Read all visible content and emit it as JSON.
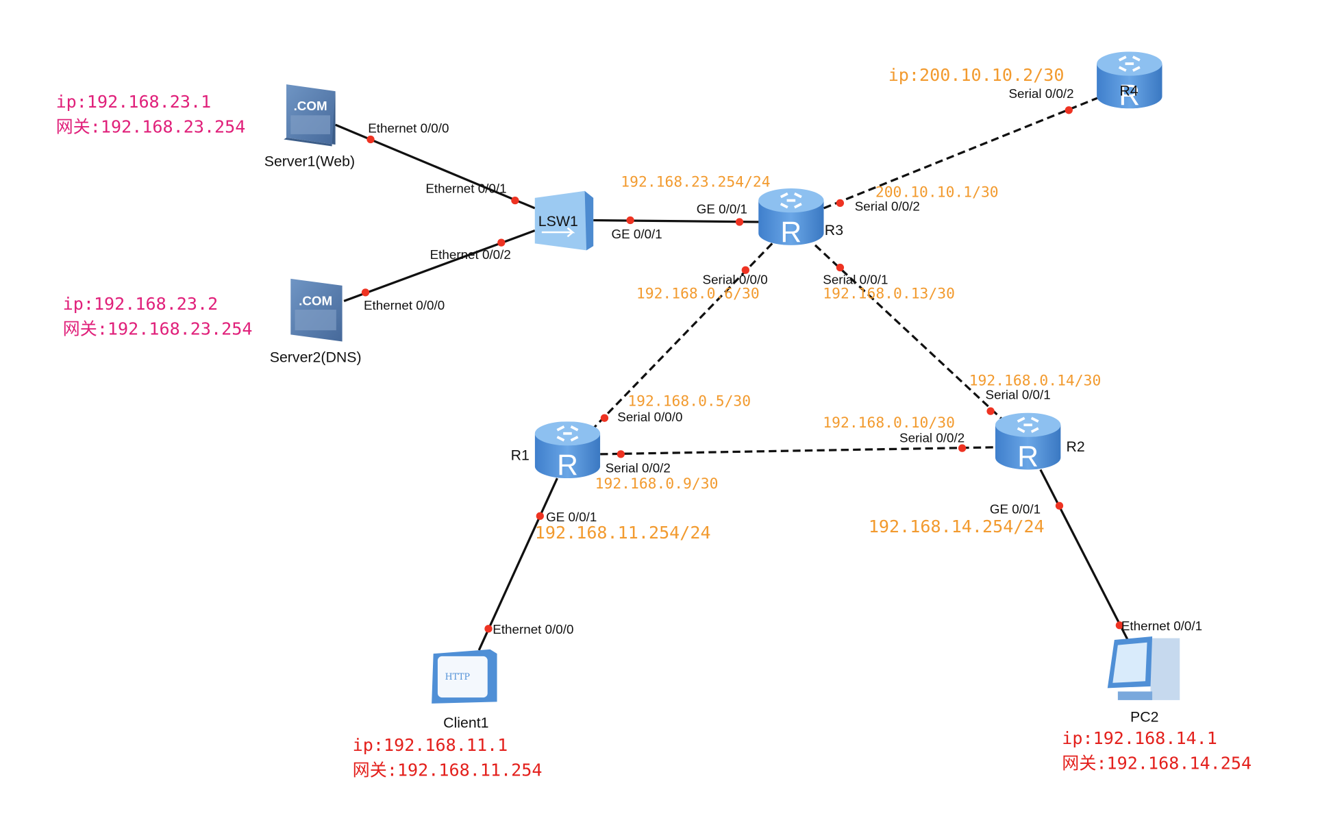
{
  "colors": {
    "server_ip": "#e0207a",
    "host_ip": "#e3201c",
    "interface_ip": "#f29a2e",
    "port_dot": "#ee3322",
    "device_blue": "#4f8fd6"
  },
  "devices": {
    "server1": {
      "name": "Server1(Web)",
      "icon": "server-com-icon",
      "badge": ".COM",
      "ip": "ip:192.168.23.1",
      "gateway": "网关:192.168.23.254"
    },
    "server2": {
      "name": "Server2(DNS)",
      "icon": "server-com-icon",
      "badge": ".COM",
      "ip": "ip:192.168.23.2",
      "gateway": "网关:192.168.23.254"
    },
    "lsw1": {
      "name": "LSW1",
      "icon": "switch-icon"
    },
    "r1": {
      "name": "R1",
      "icon": "router-icon"
    },
    "r2": {
      "name": "R2",
      "icon": "router-icon"
    },
    "r3": {
      "name": "R3",
      "icon": "router-icon"
    },
    "r4": {
      "name": "R4",
      "icon": "router-icon",
      "ip": "ip:200.10.10.2/30"
    },
    "client1": {
      "name": "Client1",
      "icon": "http-client-icon",
      "badge": "HTTP",
      "ip": "ip:192.168.11.1",
      "gateway": "网关:192.168.11.254"
    },
    "pc2": {
      "name": "PC2",
      "icon": "pc-icon",
      "ip": "ip:192.168.14.1",
      "gateway": "网关:192.168.14.254"
    }
  },
  "links": {
    "server1_lsw1": {
      "a_port": "Ethernet 0/0/0",
      "b_port": "Ethernet 0/0/1",
      "style": "solid"
    },
    "server2_lsw1": {
      "a_port": "Ethernet 0/0/0",
      "b_port": "Ethernet 0/0/2",
      "style": "solid"
    },
    "lsw1_r3": {
      "a_port": "GE 0/0/1",
      "b_port": "GE 0/0/1",
      "b_ip": "192.168.23.254/24",
      "style": "solid"
    },
    "r3_r4": {
      "a_port": "Serial 0/0/2",
      "a_ip": "200.10.10.1/30",
      "b_port": "Serial 0/0/2",
      "style": "dashed"
    },
    "r3_r1": {
      "a_port": "Serial 0/0/0",
      "a_ip": "192.168.0.6/30",
      "b_port": "Serial 0/0/0",
      "b_ip": "192.168.0.5/30",
      "style": "dashed"
    },
    "r3_r2": {
      "a_port": "Serial 0/0/1",
      "a_ip": "192.168.0.13/30",
      "b_port": "Serial 0/0/1",
      "b_ip": "192.168.0.14/30",
      "style": "dashed"
    },
    "r1_r2": {
      "a_port": "Serial 0/0/2",
      "a_ip": "192.168.0.9/30",
      "b_port": "Serial 0/0/2",
      "b_ip": "192.168.0.10/30",
      "style": "dashed"
    },
    "r1_client1": {
      "a_port": "GE 0/0/1",
      "a_ip": "192.168.11.254/24",
      "b_port": "Ethernet 0/0/0",
      "style": "solid"
    },
    "r2_pc2": {
      "a_port": "GE 0/0/1",
      "a_ip": "192.168.14.254/24",
      "b_port": "Ethernet 0/0/1",
      "style": "solid"
    }
  }
}
